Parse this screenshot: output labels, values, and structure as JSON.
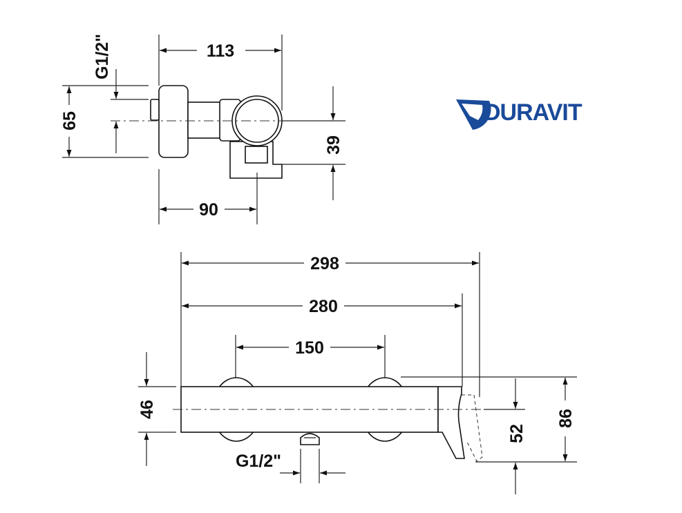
{
  "brand": {
    "name": "DURAVIT",
    "color": "#1a4a9a"
  },
  "side_view": {
    "dim_width": "113",
    "dim_thread": "G1/2\"",
    "dim_height": "65",
    "dim_outlet": "39",
    "dim_depth": "90"
  },
  "front_view": {
    "dim_overall": "298",
    "dim_body": "280",
    "dim_centres": "150",
    "dim_body_height": "46",
    "dim_thread": "G1/2\"",
    "dim_lever": "52",
    "dim_total_height": "86"
  },
  "colors": {
    "line": "#111111",
    "background": "#ffffff"
  }
}
